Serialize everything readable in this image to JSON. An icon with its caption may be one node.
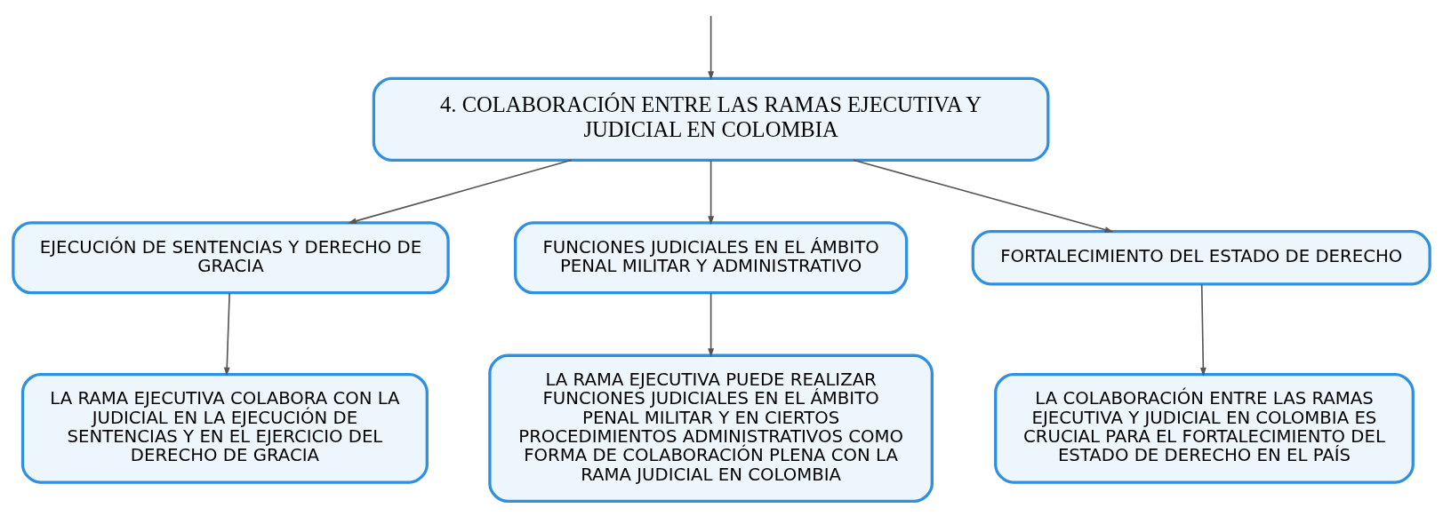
{
  "diagram": {
    "nodes": [
      {
        "text": [
          "4. COLABORACIÓN ENTRE LAS RAMAS EJECUTIVA Y JUDICIAL EN COLOMBIA"
        ]
      },
      {
        "text": [
          "EJECUCIÓN DE SENTENCIAS Y DERECHO DE GRACIA"
        ]
      },
      {
        "text": [
          "FUNCIONES JUDICIALES EN EL ÁMBITO PENAL MILITAR Y ADMINISTRATIVO"
        ]
      },
      {
        "text": [
          "FORTALECIMIENTO DEL ESTADO DE DERECHO"
        ]
      },
      {
        "text": [
          "LA RAMA EJECUTIVA COLABORA CON LA JUDICIAL EN LA EJECUCIÓN DE SENTENCIAS Y EN EL EJERCICIO DEL DERECHO DE GRACIA"
        ]
      },
      {
        "text": [
          "LA RAMA EJECUTIVA PUEDE REALIZAR FUNCIONES JUDICIALES EN EL ÁMBITO PENAL MILITAR Y EN CIERTOS PROCEDIMIENTOS ADMINISTRATIVOS COMO FORMA DE COLABORACIÓN PLENA CON LA RAMA JUDICIAL EN COLOMBIA"
        ]
      },
      {
        "text": [
          "LA COLABORACIÓN ENTRE LAS RAMAS EJECUTIVA Y JUDICIAL EN COLOMBIA ES CRUCIAL PARA EL FORTALECIMIENTO DEL ESTADO DE DERECHO EN EL PAÍS"
        ]
      }
    ],
    "edges": [
      {
        "from": null,
        "to": 0,
        "arrow": "to"
      },
      {
        "from": 0,
        "to": 1,
        "arrow": "to"
      },
      {
        "from": 0,
        "to": 2,
        "arrow": "to"
      },
      {
        "from": 0,
        "to": 3,
        "arrow": "to"
      },
      {
        "from": 1,
        "to": 4,
        "arrow": "to"
      },
      {
        "from": 2,
        "to": 5,
        "arrow": "to"
      },
      {
        "from": 3,
        "to": 6,
        "arrow": "to"
      }
    ]
  }
}
